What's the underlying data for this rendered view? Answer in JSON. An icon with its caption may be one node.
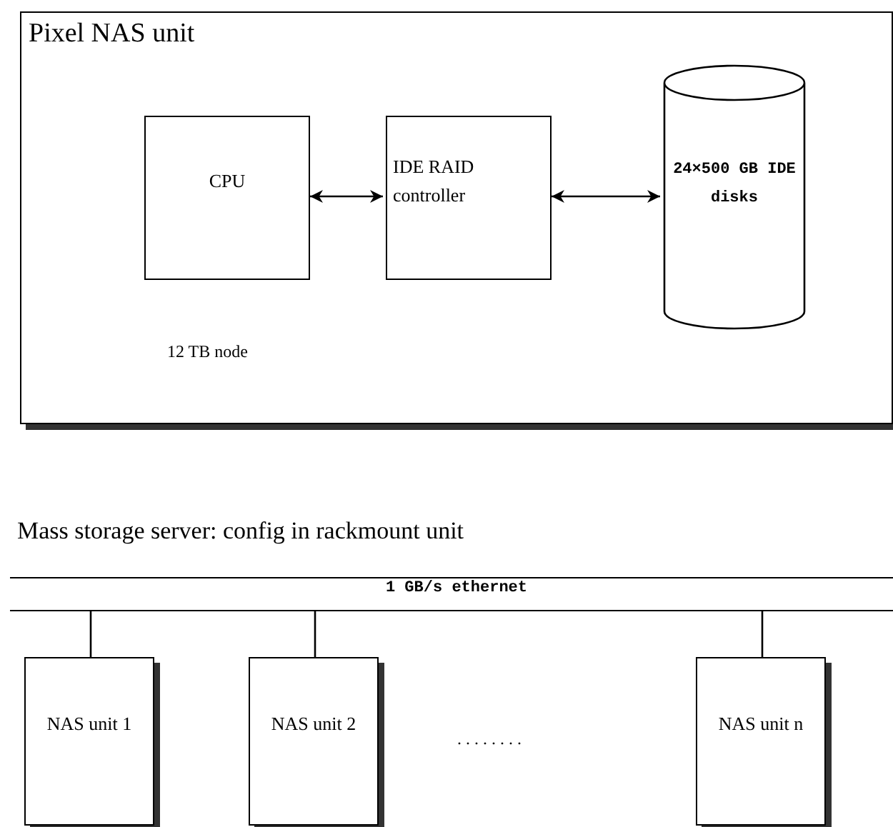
{
  "diagram": {
    "nodes": [
      {
        "text": [
          "Pixel NAS unit"
        ]
      },
      {
        "text": [
          "CPU"
        ],
        "in": 0
      },
      {
        "text": [
          "IDE RAID controller"
        ],
        "in": 0
      },
      {
        "text": [
          "24×500 GB IDE disks"
        ],
        "in": 0
      },
      {
        "text": [
          "1 GB/s ethernet"
        ]
      },
      {
        "text": [
          "NAS unit 1"
        ]
      },
      {
        "text": [
          "NAS unit 2"
        ]
      },
      {
        "text": [
          "NAS unit n"
        ]
      }
    ],
    "edges": [
      {
        "from": 1,
        "to": 2,
        "arrow": "both"
      },
      {
        "from": 2,
        "to": 3,
        "arrow": "both"
      },
      {
        "from": 4,
        "to": 5,
        "arrow": "none"
      },
      {
        "from": 4,
        "to": 6,
        "arrow": "none"
      },
      {
        "from": 4,
        "to": 7,
        "arrow": "none"
      }
    ],
    "labels": [
      "12 TB node",
      "Mass storage server: config in rackmount unit",
      ". . . . . . . ."
    ]
  }
}
